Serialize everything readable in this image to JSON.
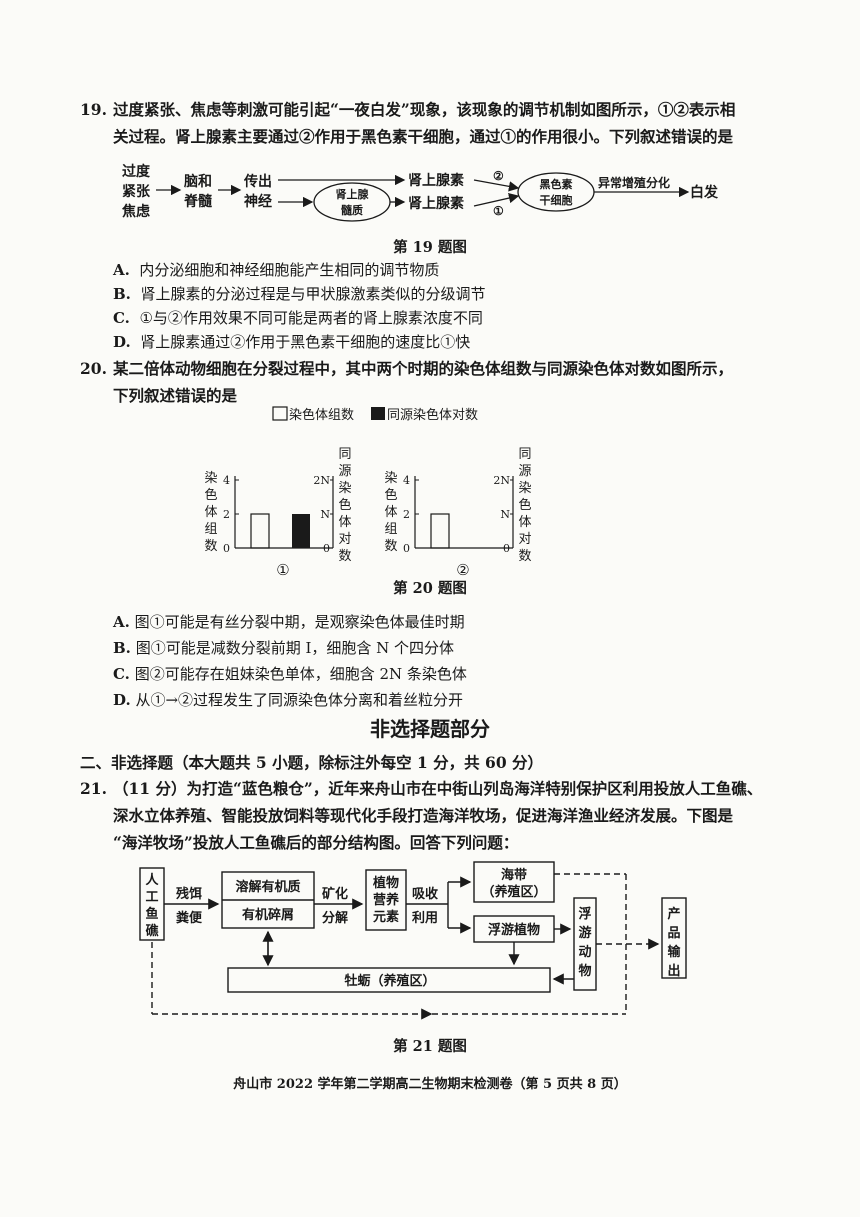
{
  "q19": {
    "number": "19.",
    "stem_line1": "过度紧张、焦虑等刺激可能引起“一夜白发”现象，该现象的调节机制如图所示，①②表示相",
    "stem_line2": "关过程。肾上腺素主要通过②作用于黑色素干细胞，通过①的作用很小。下列叙述错误的是",
    "diagram": {
      "stimulus": [
        "过度",
        "紧张",
        "焦虑"
      ],
      "brain": [
        "脑和",
        "脊髓"
      ],
      "efferent": [
        "传出",
        "神经"
      ],
      "medulla": [
        "肾上腺",
        "髓质"
      ],
      "hormone_top": "肾上腺素",
      "hormone_bottom": "肾上腺素",
      "mark2": "②",
      "mark1": "①",
      "stemcell": [
        "黑色素",
        "干细胞"
      ],
      "abnormal": "异常增殖分化",
      "result": "白发"
    },
    "caption": "第 19 题图",
    "options": [
      {
        "label": "A.",
        "text": "内分泌细胞和神经细胞能产生相同的调节物质"
      },
      {
        "label": "B.",
        "text": "肾上腺素的分泌过程是与甲状腺激素类似的分级调节"
      },
      {
        "label": "C.",
        "text": "①与②作用效果不同可能是两者的肾上腺素浓度不同"
      },
      {
        "label": "D.",
        "text": "肾上腺素通过②作用于黑色素干细胞的速度比①快"
      }
    ]
  },
  "q20": {
    "number": "20.",
    "stem_line1": "某二倍体动物细胞在分裂过程中，其中两个时期的染色体组数与同源染色体对数如图所示，",
    "stem_line2": "下列叙述错误的是",
    "legend": {
      "empty": "染色体组数",
      "filled": "同源染色体对数"
    },
    "left_axis": [
      "染",
      "色",
      "体",
      "组",
      "数"
    ],
    "right_axis": [
      "同",
      "源",
      "染",
      "色",
      "体",
      "对",
      "数"
    ],
    "left_ticks": [
      "4",
      "2",
      "0"
    ],
    "right_ticks": [
      "2N",
      "N",
      "0"
    ],
    "panels": [
      {
        "label": "①",
        "chromosome_sets": 2,
        "homologous_pairs_N": 1
      },
      {
        "label": "②",
        "chromosome_sets": 2,
        "homologous_pairs_N": 0
      }
    ],
    "caption": "第 20 题图",
    "options": [
      {
        "label": "A.",
        "text": "图①可能是有丝分裂中期，是观察染色体最佳时期"
      },
      {
        "label": "B.",
        "text": "图①可能是减数分裂前期 I，细胞含 N 个四分体"
      },
      {
        "label": "C.",
        "text": "图②可能存在姐妹染色单体，细胞含 2N 条染色体"
      },
      {
        "label": "D.",
        "text": "从①→②过程发生了同源染色体分离和着丝粒分开"
      }
    ]
  },
  "section_title": "非选择题部分",
  "section2": "二、非选择题（本大题共 5 小题，除标注外每空 1 分，共 60 分）",
  "q21": {
    "number": "21.",
    "line1": "（11 分）为打造“蓝色粮仓”，近年来舟山市在中街山列岛海洋特别保护区利用投放人工鱼礁、",
    "line2": "深水立体养殖、智能投放饲料等现代化手段打造海洋牧场，促进海洋渔业经济发展。下图是",
    "line3": "“海洋牧场”投放人工鱼礁后的部分结构图。回答下列问题：",
    "diagram": {
      "reef": [
        "人",
        "工",
        "鱼",
        "礁"
      ],
      "bait": [
        "残饵",
        "粪便"
      ],
      "organic1": "溶解有机质",
      "organic2": "有机碎屑",
      "mineral": [
        "矿化",
        "分解"
      ],
      "nutrients": [
        "植物",
        "营养",
        "元素"
      ],
      "absorb": [
        "吸收",
        "利用"
      ],
      "kelp": [
        "海带",
        "（养殖区）"
      ],
      "phyto": "浮游植物",
      "zoo": [
        "浮",
        "游",
        "动",
        "物"
      ],
      "oyster": "牡蛎（养殖区）",
      "output": [
        "产",
        "品",
        "输",
        "出"
      ]
    },
    "caption": "第 21 题图"
  },
  "footer": "舟山市 2022 学年第二学期高二生物期末检测卷（第 5 页共 8 页）"
}
